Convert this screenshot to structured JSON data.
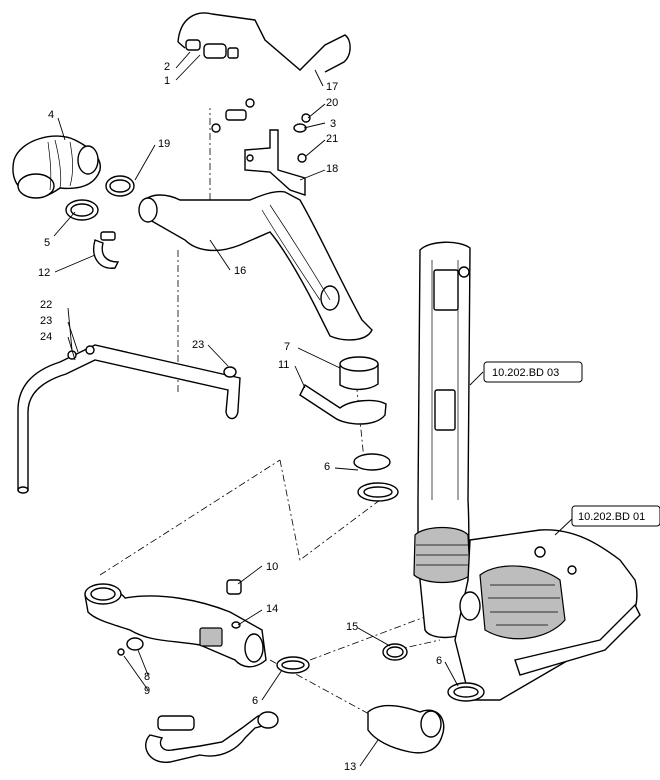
{
  "callouts": {
    "c1": "1",
    "c2": "2",
    "c3": "3",
    "c4": "4",
    "c5": "5",
    "c6a": "6",
    "c6b": "6",
    "c6c": "6",
    "c7": "7",
    "c8": "8",
    "c9": "9",
    "c10": "10",
    "c11": "11",
    "c12": "12",
    "c13": "13",
    "c14": "14",
    "c15": "15",
    "c16": "16",
    "c17": "17",
    "c18": "18",
    "c19": "19",
    "c20": "20",
    "c21": "21",
    "c22": "22",
    "c23a": "23",
    "c23b": "23",
    "c24": "24"
  },
  "references": {
    "ref_bd03": "10.202.BD 03",
    "ref_bd01": "10.202.BD 01"
  }
}
